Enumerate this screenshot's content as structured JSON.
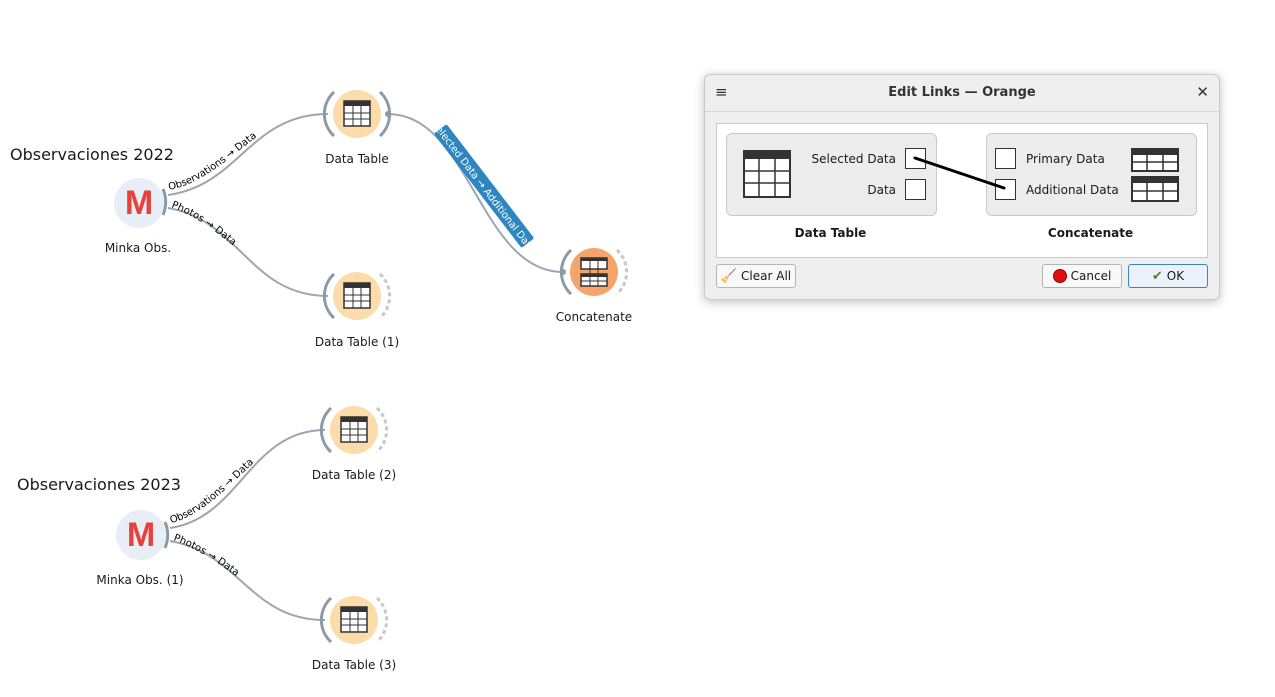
{
  "annotations": {
    "group_2022": "Observaciones 2022",
    "group_2023": "Observaciones 2023"
  },
  "nodes": {
    "minka_obs": "Minka Obs.",
    "data_table": "Data Table",
    "data_table_1": "Data Table (1)",
    "concatenate": "Concatenate",
    "minka_obs_1": "Minka Obs. (1)",
    "data_table_2": "Data Table (2)",
    "data_table_3": "Data Table (3)"
  },
  "links": {
    "obs_to_data_1": "Observations → Data",
    "photos_to_data_1": "Photos → Data",
    "selected_to_additional": "Selected Data → Additional Data",
    "obs_to_data_2": "Observations → Data",
    "photos_to_data_2": "Photos → Data"
  },
  "dialog": {
    "title": "Edit Links — Orange",
    "menu_icon": "≡",
    "close_icon": "✕",
    "source": {
      "name": "Data Table",
      "outputs": [
        "Selected Data",
        "Data"
      ]
    },
    "sink": {
      "name": "Concatenate",
      "inputs": [
        "Primary Data",
        "Additional Data"
      ]
    },
    "buttons": {
      "clear_all": "Clear All",
      "cancel": "Cancel",
      "ok": "OK"
    }
  },
  "colors": {
    "link": "#9aa7b1",
    "highlight_link": "#2e86c1",
    "data_node": "#fbdcaa",
    "concat_node": "#f5a46c",
    "minka_red": "#e8403a"
  }
}
